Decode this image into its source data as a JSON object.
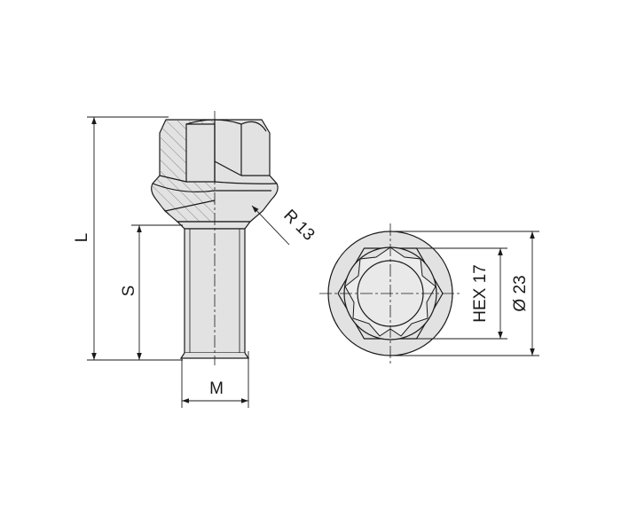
{
  "labels": {
    "length": "L",
    "shank": "S",
    "thread": "M",
    "radius": "R 13",
    "hex": "HEX 17",
    "diameter": "Ø 23"
  },
  "colors": {
    "line": "#1a1a1a",
    "fill": "#e2e2e2",
    "dim": "#1a1a1a"
  }
}
